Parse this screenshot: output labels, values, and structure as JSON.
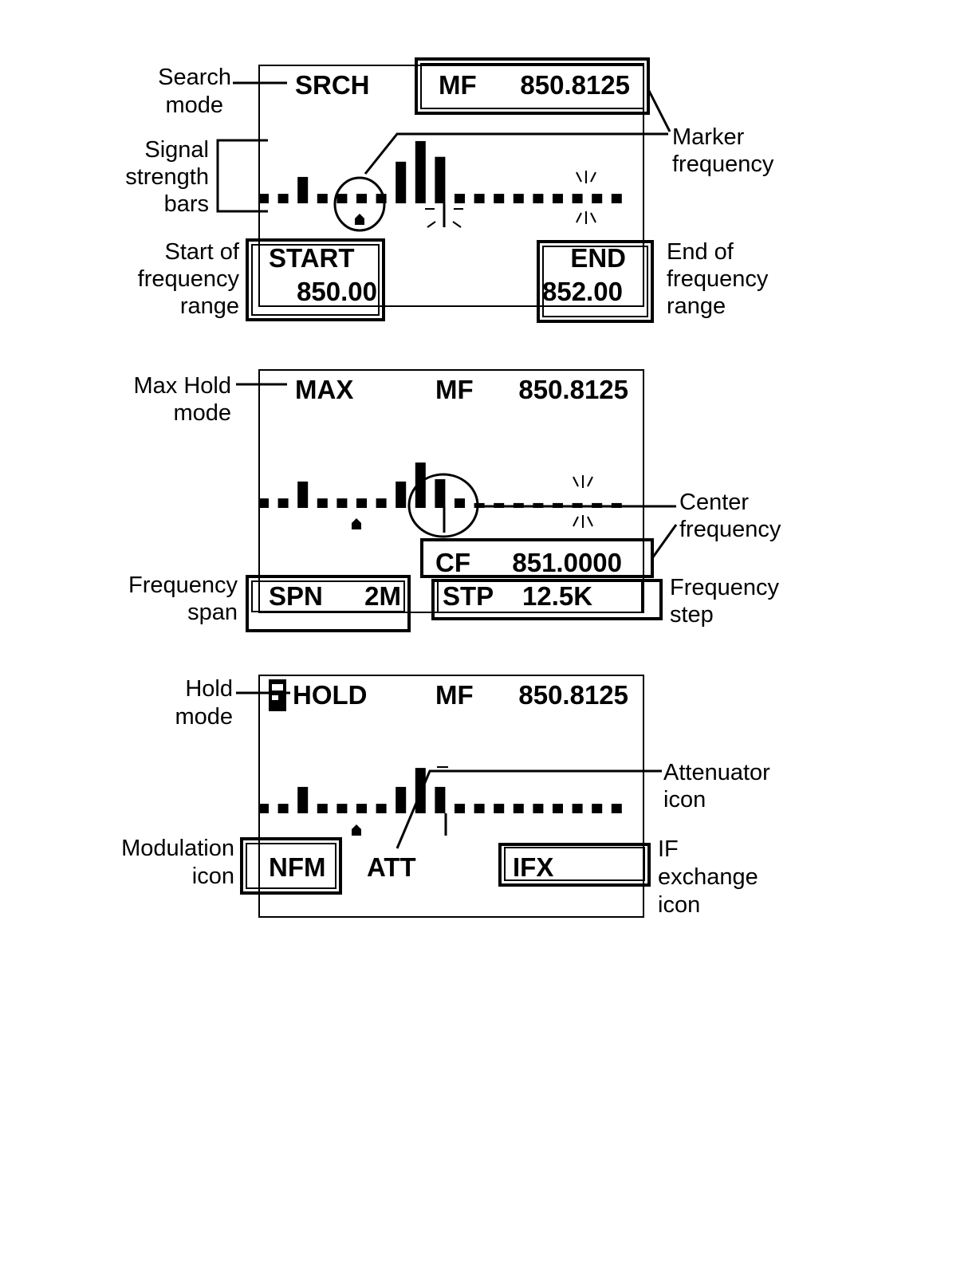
{
  "panels": [
    {
      "mode": "SRCH",
      "marker_label": "MF",
      "marker_value": "850.8125",
      "start_label": "START",
      "start_value": "850.00",
      "end_label": "END",
      "end_value": "852.00",
      "callouts": {
        "search_mode": [
          "Search",
          "mode"
        ],
        "signal_bars": [
          "Signal",
          "strength",
          "bars"
        ],
        "marker_frequency": [
          "Marker",
          "frequency"
        ],
        "start_range": [
          "Start of",
          "frequency",
          "range"
        ],
        "end_range": [
          "End of",
          "frequency",
          "range"
        ]
      },
      "bars": [
        0.33,
        0.33,
        0.92,
        0.33,
        0.33,
        0.33,
        0.33,
        1.45,
        2.17,
        1.62,
        0.33,
        0.33,
        0.33,
        0.33,
        0.33,
        0.33,
        0.33,
        0.33,
        0.33
      ]
    },
    {
      "mode": "MAX",
      "marker_label": "MF",
      "marker_value": "850.8125",
      "cf_label": "CF",
      "cf_value": "851.0000",
      "span_label": "SPN",
      "span_value": "2M",
      "step_label": "STP",
      "step_value": "12.5K",
      "callouts": {
        "max_hold_mode": [
          "Max Hold",
          "mode"
        ],
        "center_frequency": [
          "Center",
          "frequency"
        ],
        "frequency_span": [
          "Frequency",
          "span"
        ],
        "frequency_step": [
          "Frequency",
          "step"
        ]
      },
      "bars": [
        0.33,
        0.33,
        0.92,
        0.33,
        0.33,
        0.33,
        0.33,
        0.92,
        1.58,
        1.0,
        0.33,
        0.17,
        0.17,
        0.17,
        0.17,
        0.17,
        0.17,
        0.17,
        0.17
      ]
    },
    {
      "mode": "HOLD",
      "marker_label": "MF",
      "marker_value": "850.8125",
      "modulation": "NFM",
      "attenuator": "ATT",
      "if_exchange": "IFX",
      "callouts": {
        "hold_mode": [
          "Hold",
          "mode"
        ],
        "attenuator_icon": [
          "Attenuator",
          "icon"
        ],
        "modulation_icon": [
          "Modulation",
          "icon"
        ],
        "if_exchange_icon": [
          "IF",
          "exchange",
          "icon"
        ]
      },
      "bars": [
        0.33,
        0.33,
        0.92,
        0.33,
        0.33,
        0.33,
        0.33,
        0.92,
        1.58,
        0.92,
        0.33,
        0.33,
        0.33,
        0.33,
        0.33,
        0.33,
        0.33,
        0.33,
        0.33
      ]
    }
  ]
}
